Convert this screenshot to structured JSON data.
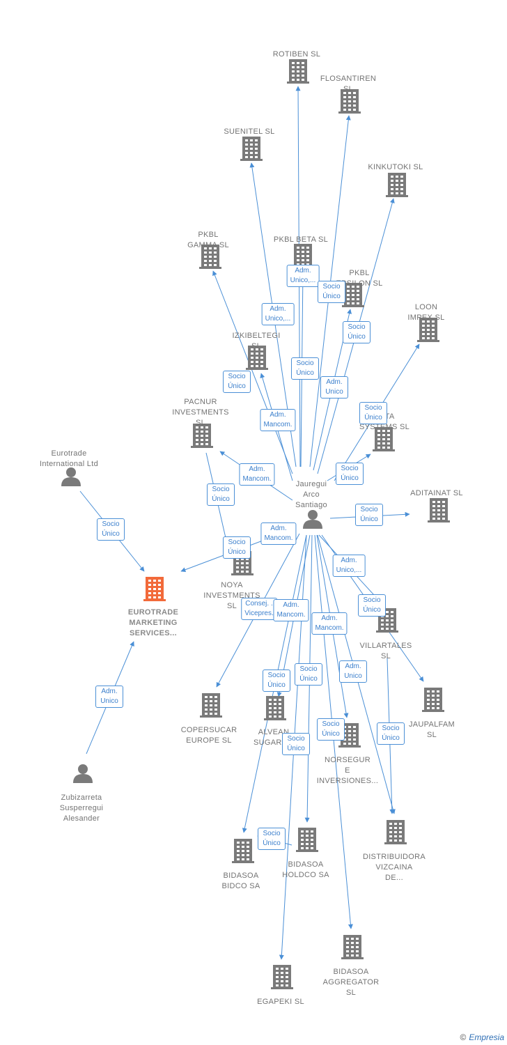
{
  "colors": {
    "edge": "#4a8fd6",
    "building": "#7a7a7a",
    "building_focus": "#f26a3a",
    "person": "#7a7a7a"
  },
  "nodes": [
    {
      "id": "rotiben",
      "label": "ROTIBEN  SL",
      "kind": "company"
    },
    {
      "id": "flosantiren",
      "label": "FLOSANTIREN\nSL",
      "kind": "company"
    },
    {
      "id": "suenitel",
      "label": "SUENITEL  SL",
      "kind": "company"
    },
    {
      "id": "kinkutoki",
      "label": "KINKUTOKI  SL",
      "kind": "company"
    },
    {
      "id": "pkbl_gamma",
      "label": "PKBL\nGAMMA  SL",
      "kind": "company"
    },
    {
      "id": "pkbl_beta",
      "label": "PKBL BETA  SL",
      "kind": "company"
    },
    {
      "id": "pkbl_epsilon",
      "label": "PKBL\nEPSILON  SL",
      "kind": "company"
    },
    {
      "id": "loon",
      "label": "LOON\nIMPEX  SL",
      "kind": "company"
    },
    {
      "id": "izkibeltegi",
      "label": "IZKIBELTEGI\nSL",
      "kind": "company"
    },
    {
      "id": "pacnur",
      "label": "PACNUR\nINVESTMENTS\nSL",
      "kind": "company"
    },
    {
      "id": "data",
      "label": "DATA\nSYSTEMS  SL",
      "kind": "company"
    },
    {
      "id": "eurotrade_intl",
      "label": "Eurotrade\nInternational Ltd",
      "kind": "person"
    },
    {
      "id": "jauregui",
      "label": "Jauregui\nArco\nSantiago",
      "kind": "person"
    },
    {
      "id": "aditainat",
      "label": "ADITAINAT  SL",
      "kind": "company"
    },
    {
      "id": "eurotrade_ms",
      "label": "EUROTRADE\nMARKETING\nSERVICES...",
      "kind": "company",
      "focus": true
    },
    {
      "id": "noya",
      "label": "NOYA\nINVESTMENTS\nSL",
      "kind": "company"
    },
    {
      "id": "villartales",
      "label": "VILLARTALES\nSL",
      "kind": "company"
    },
    {
      "id": "copersucar",
      "label": "COPERSUCAR\nEUROPE  SL",
      "kind": "company"
    },
    {
      "id": "alvean",
      "label": "ALVEAN\nSUGAR SL",
      "kind": "company"
    },
    {
      "id": "jaupalfam",
      "label": "JAUPALFAM\nSL",
      "kind": "company"
    },
    {
      "id": "norsegur",
      "label": "NORSEGUR\nE\nINVERSIONES...",
      "kind": "company"
    },
    {
      "id": "zubizarreta",
      "label": "Zubizarreta\nSusperregui\nAlesander",
      "kind": "person"
    },
    {
      "id": "distribuidora",
      "label": "DISTRIBUIDORA\nVIZCAINA\nDE...",
      "kind": "company"
    },
    {
      "id": "bidasoa_bidco",
      "label": "BIDASOA\nBIDCO SA",
      "kind": "company"
    },
    {
      "id": "bidasoa_holdco",
      "label": "BIDASOA\nHOLDCO SA",
      "kind": "company"
    },
    {
      "id": "bidasoa_aggregator",
      "label": "BIDASOA\nAGGREGATOR\nSL",
      "kind": "company"
    },
    {
      "id": "egapeki",
      "label": "EGAPEKI  SL",
      "kind": "company"
    }
  ],
  "edges": [
    {
      "from": "jauregui",
      "to": "rotiben",
      "label": "Adm.\nUnico,..."
    },
    {
      "from": "jauregui",
      "to": "flosantiren",
      "label": "Socio\nÚnico"
    },
    {
      "from": "jauregui",
      "to": "suenitel",
      "label": "Adm.\nUnico,..."
    },
    {
      "from": "jauregui",
      "to": "kinkutoki",
      "label": "Socio\nÚnico"
    },
    {
      "from": "jauregui",
      "to": "pkbl_gamma",
      "label": "Socio\nÚnico"
    },
    {
      "from": "jauregui",
      "to": "pkbl_beta",
      "label": "Socio\nÚnico"
    },
    {
      "from": "jauregui",
      "to": "pkbl_epsilon",
      "label": "Adm.\nUnico"
    },
    {
      "from": "jauregui",
      "to": "loon",
      "label": "Socio\nÚnico"
    },
    {
      "from": "jauregui",
      "to": "izkibeltegi",
      "label": "Adm.\nMancom."
    },
    {
      "from": "jauregui",
      "to": "pacnur",
      "label": "Adm.\nMancom."
    },
    {
      "from": "jauregui",
      "to": "data",
      "label": "Socio\nÚnico"
    },
    {
      "from": "jauregui",
      "to": "aditainat",
      "label": "Socio\nÚnico"
    },
    {
      "from": "jauregui",
      "to": "eurotrade_ms",
      "label": "Adm.\nMancom."
    },
    {
      "from": "pacnur",
      "to": "noya",
      "label": "Socio\nÚnico"
    },
    {
      "from": "noya",
      "to": "eurotrade_ms",
      "label": "Socio\nÚnico"
    },
    {
      "from": "eurotrade_intl",
      "to": "eurotrade_ms",
      "label": "Socio\nÚnico"
    },
    {
      "from": "zubizarreta",
      "to": "eurotrade_ms",
      "label": "Adm.\nUnico"
    },
    {
      "from": "jauregui",
      "to": "villartales",
      "label": "Adm.\nUnico,..."
    },
    {
      "from": "jauregui",
      "to": "jaupalfam",
      "label": "Socio\nÚnico"
    },
    {
      "from": "jauregui",
      "to": "copersucar",
      "label": "Consej. .\nVicepres."
    },
    {
      "from": "jauregui",
      "to": "alvean",
      "label": "Adm.\nMancom."
    },
    {
      "from": "jauregui",
      "to": "norsegur",
      "label": "Adm.\nMancom."
    },
    {
      "from": "jauregui",
      "to": "bidasoa_bidco",
      "label": "Socio\nÚnico"
    },
    {
      "from": "jauregui",
      "to": "bidasoa_holdco",
      "label": "Socio\nÚnico"
    },
    {
      "from": "jauregui",
      "to": "distribuidora",
      "label": "Adm.\nUnico"
    },
    {
      "from": "villartales",
      "to": "distribuidora",
      "label": "Socio\nÚnico"
    },
    {
      "from": "jauregui",
      "to": "bidasoa_aggregator",
      "label": "Socio\nÚnico"
    },
    {
      "from": "jauregui",
      "to": "egapeki",
      "label": "Socio\nÚnico"
    },
    {
      "from": "bidasoa_holdco",
      "to": "bidasoa_bidco",
      "label": "Socio\nÚnico"
    }
  ],
  "footer": {
    "copyright": "©",
    "brand": "Empresia"
  }
}
